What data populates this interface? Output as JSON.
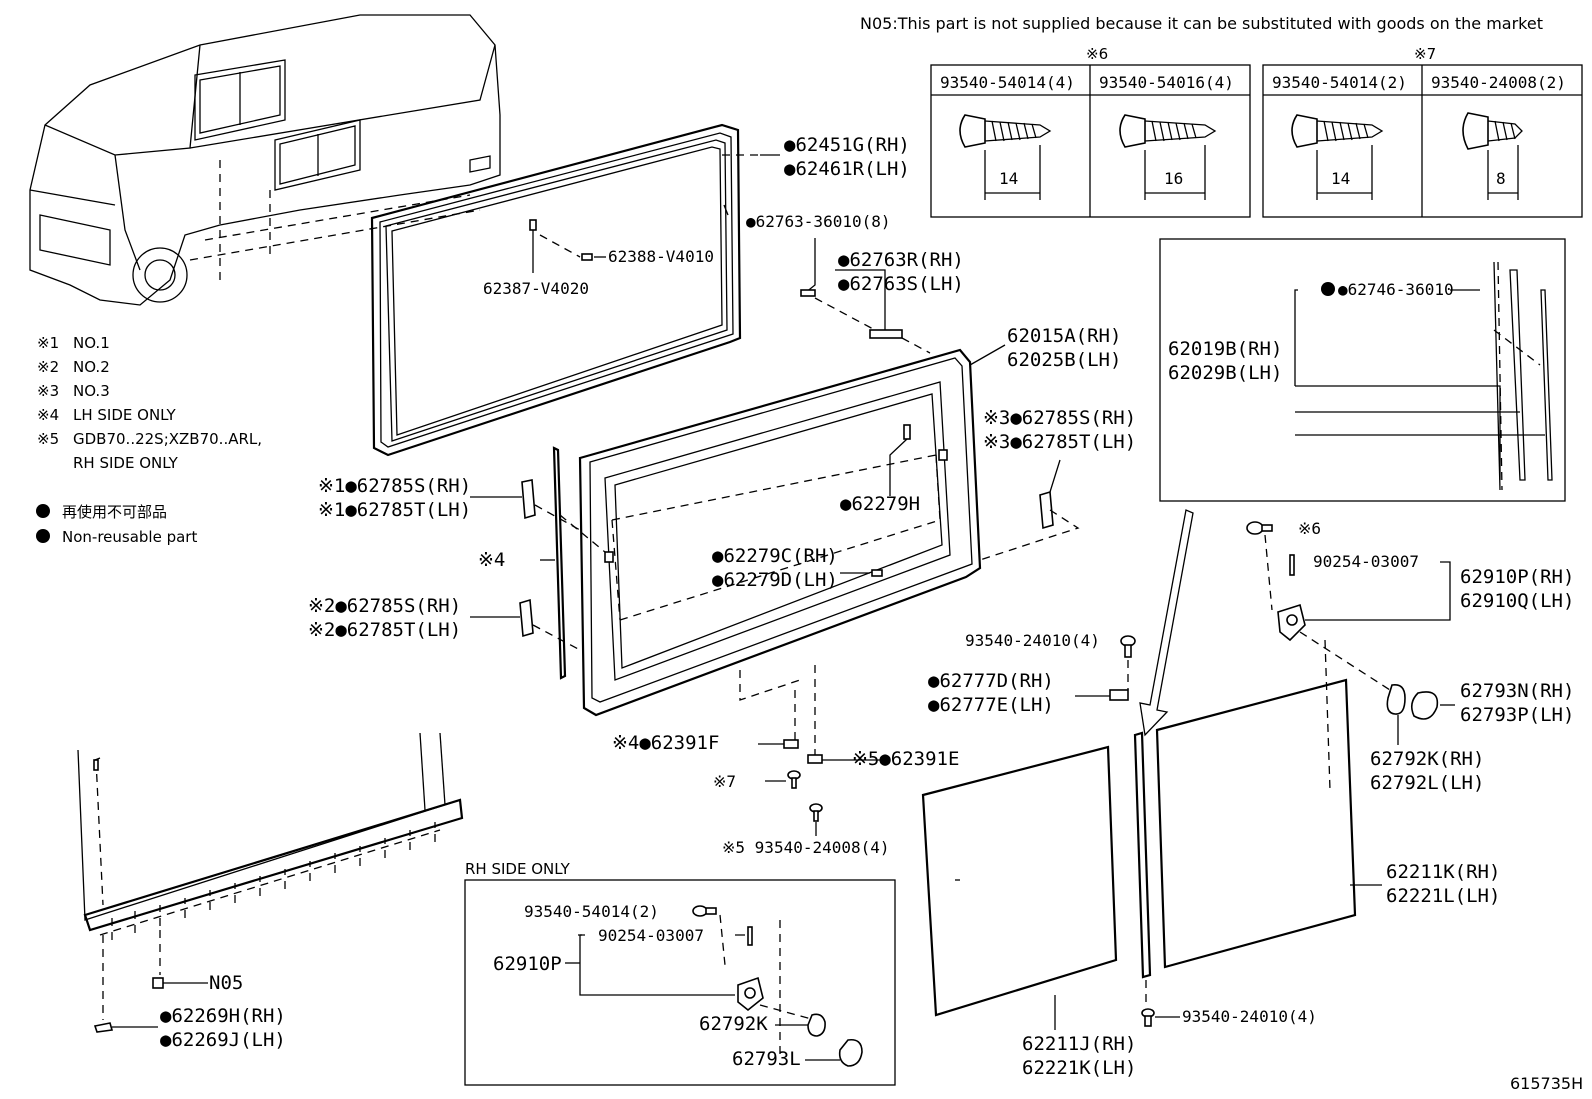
{
  "header_note": "N05:This part is not supplied because it can be substituted with goods on the market",
  "figure_id": "615735H",
  "legend": [
    {
      "mark": "※1",
      "text": "NO.1"
    },
    {
      "mark": "※2",
      "text": "NO.2"
    },
    {
      "mark": "※3",
      "text": "NO.3"
    },
    {
      "mark": "※4",
      "text": "LH SIDE ONLY"
    },
    {
      "mark": "※5",
      "text": "GDB70..22S;XZB70..ARL,"
    },
    {
      "mark": "",
      "text": "RH SIDE ONLY"
    }
  ],
  "nonreusable": {
    "jp": "再使用不可部品",
    "en": "Non-reusable part"
  },
  "screw_tables": [
    {
      "mark": "※6",
      "cols": [
        {
          "part": "93540-54014(4)",
          "len": "14"
        },
        {
          "part": "93540-54016(4)",
          "len": "16"
        }
      ]
    },
    {
      "mark": "※7",
      "cols": [
        {
          "part": "93540-54014(2)",
          "len": "14"
        },
        {
          "part": "93540-24008(2)",
          "len": "8"
        }
      ]
    }
  ],
  "rh_box_title": "RH SIDE ONLY",
  "labels": {
    "p62451G": "●62451G(RH)",
    "p62461R": "●62461R(LH)",
    "p62763_36010": "●62763-36010(8)",
    "p62388": "62388-V4010",
    "p62387": "62387-V4020",
    "p62763R": "●62763R(RH)",
    "p62763S": "●62763S(LH)",
    "p62015A": "62015A(RH)",
    "p62025B": "62025B(LH)",
    "p62019B": "62019B(RH)",
    "p62029B": "62029B(LH)",
    "p62746": "●62746-36010",
    "p3_62785S": "※3●62785S(RH)",
    "p3_62785T": "※3●62785T(LH)",
    "p1_62785S": "※1●62785S(RH)",
    "p1_62785T": "※1●62785T(LH)",
    "p62279H": "●62279H",
    "p4": "※4",
    "p62279C": "●62279C(RH)",
    "p62279D": "●62279D(LH)",
    "p2_62785S": "※2●62785S(RH)",
    "p2_62785T": "※2●62785T(LH)",
    "p6mark": "※6",
    "p90254_a": "90254-03007",
    "p62910P": "62910P(RH)",
    "p62910Q": "62910Q(LH)",
    "p93540_24010a": "93540-24010(4)",
    "p62777D": "●62777D(RH)",
    "p62777E": "●62777E(LH)",
    "p62793N": "62793N(RH)",
    "p62793P": "62793P(LH)",
    "p62792K_rh": "62792K(RH)",
    "p62792L": "62792L(LH)",
    "p4_62391F": "※4●62391F",
    "p5_62391E": "※5●62391E",
    "p7": "※7",
    "p5_93540": "※5 93540-24008(4)",
    "p62211K": "62211K(RH)",
    "p62221L": "62221L(LH)",
    "p93540_54014": "93540-54014(2)",
    "p90254_b": "90254-03007",
    "p62910P_b": "62910P",
    "p62792K_b": "62792K",
    "p62793L": "62793L",
    "p93540_24010b": "93540-24010(4)",
    "p62211J": "62211J(RH)",
    "p62221K": "62221K(LH)",
    "pN05": "N05",
    "p62269H": "●62269H(RH)",
    "p62269J": "●62269J(LH)"
  }
}
